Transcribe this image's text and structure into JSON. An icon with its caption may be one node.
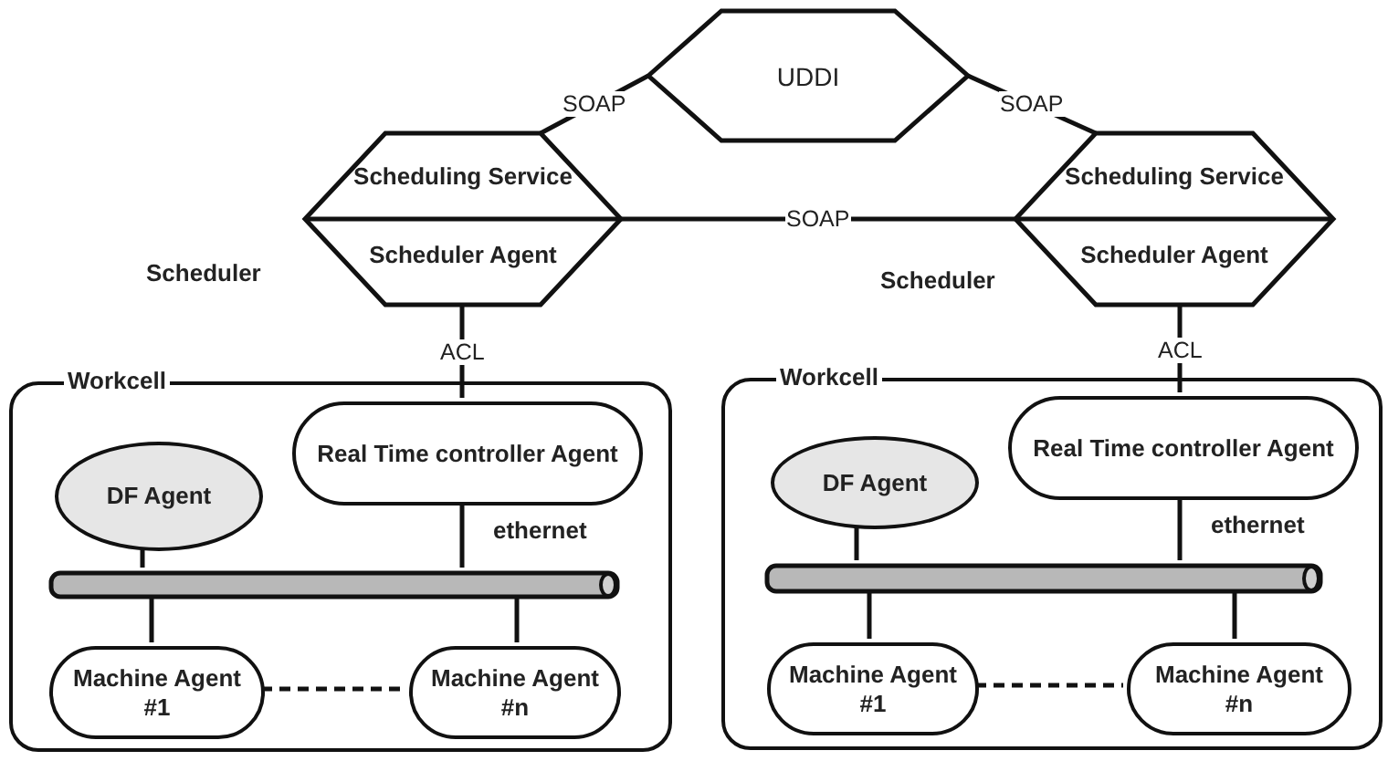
{
  "diagram": {
    "nodes": [
      {
        "text": [
          "UDDI"
        ]
      },
      {
        "text": [
          "Scheduling Service",
          "Scheduler Agent"
        ],
        "beside": [
          "Scheduler"
        ]
      },
      {
        "text": [
          "Scheduling Service",
          "Scheduler Agent"
        ],
        "beside": [
          "Scheduler"
        ]
      },
      {
        "text": [
          "Workcell"
        ]
      },
      {
        "text": [
          "DF Agent"
        ],
        "in": 3
      },
      {
        "text": [
          "Real Time controller Agent"
        ],
        "in": 3
      },
      {
        "text": [],
        "shape": "bar",
        "in": 3
      },
      {
        "text": [
          "Machine Agent #1"
        ],
        "in": 3
      },
      {
        "text": [
          "Machine Agent #n"
        ],
        "in": 3
      },
      {
        "text": [
          "Workcell"
        ]
      },
      {
        "text": [
          "DF Agent"
        ],
        "in": 9
      },
      {
        "text": [
          "Real Time controller Agent"
        ],
        "in": 9
      },
      {
        "text": [],
        "shape": "bar",
        "in": 9
      },
      {
        "text": [
          "Machine Agent #1"
        ],
        "in": 9
      },
      {
        "text": [
          "Machine Agent #n"
        ],
        "in": 9
      }
    ],
    "edges": [
      {
        "from": 0,
        "to": 1,
        "arrow": "none",
        "label": "SOAP"
      },
      {
        "from": 0,
        "to": 2,
        "arrow": "none",
        "label": "SOAP"
      },
      {
        "from": 1,
        "to": 2,
        "arrow": "none",
        "label": "SOAP"
      },
      {
        "from": 1,
        "to": 5,
        "arrow": "none",
        "label": "ACL"
      },
      {
        "from": 2,
        "to": 11,
        "arrow": "none",
        "label": "ACL"
      },
      {
        "from": 4,
        "to": 6,
        "arrow": "none"
      },
      {
        "from": 5,
        "to": 6,
        "arrow": "none"
      },
      {
        "from": 6,
        "to": 7,
        "arrow": "none"
      },
      {
        "from": 6,
        "to": 8,
        "arrow": "none"
      },
      {
        "from": 7,
        "to": 8,
        "arrow": "none",
        "style": "dashed"
      },
      {
        "from": 10,
        "to": 12,
        "arrow": "none"
      },
      {
        "from": 11,
        "to": 12,
        "arrow": "none"
      },
      {
        "from": 12,
        "to": 13,
        "arrow": "none"
      },
      {
        "from": 12,
        "to": 14,
        "arrow": "none"
      },
      {
        "from": 13,
        "to": 14,
        "arrow": "none",
        "style": "dashed"
      }
    ],
    "labels": [
      "ethernet",
      "ethernet"
    ]
  }
}
